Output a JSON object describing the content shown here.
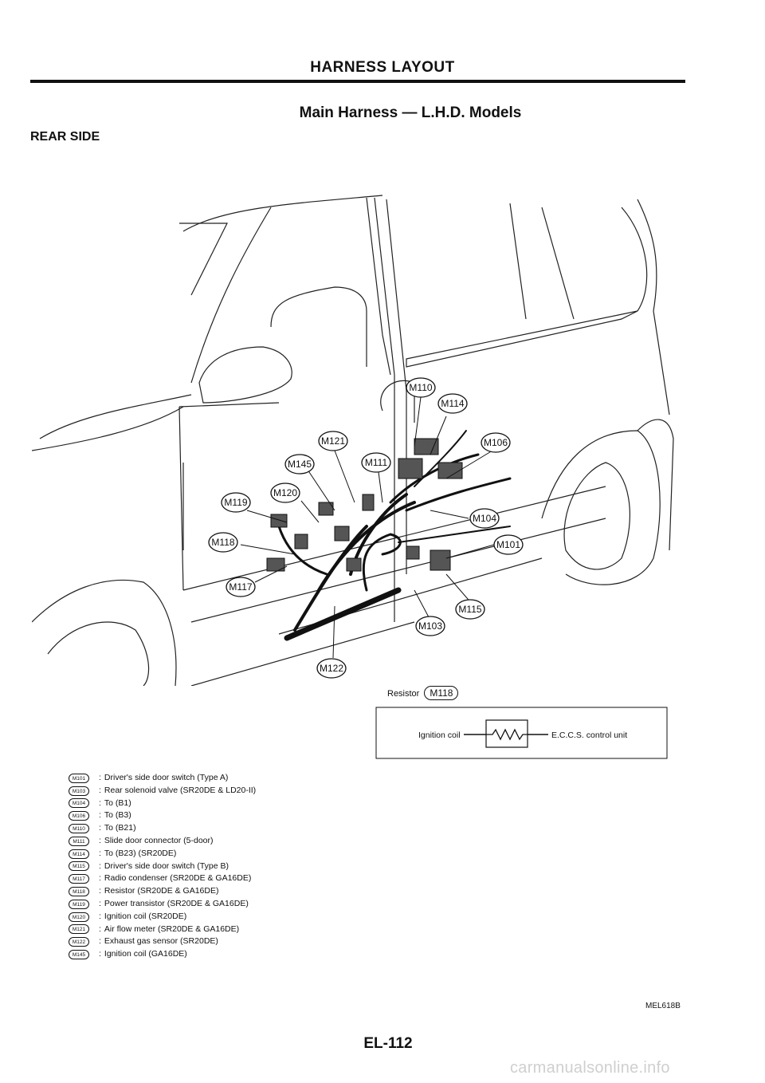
{
  "header": {
    "section_title": "HARNESS LAYOUT",
    "subtitle": "Main Harness — L.H.D. Models",
    "side": "REAR SIDE"
  },
  "diagram": {
    "connectors": [
      "M110",
      "M114",
      "M121",
      "M106",
      "M145",
      "M111",
      "M119",
      "M120",
      "M104",
      "M118",
      "M101",
      "M117",
      "M115",
      "M103",
      "M122"
    ],
    "resistor": {
      "label": "Resistor",
      "connector": "M118",
      "left_text": "Ignition coil",
      "right_text": "E.C.C.S. control unit"
    }
  },
  "legend": [
    {
      "code": "M101",
      "text": "Driver's side door switch (Type A)"
    },
    {
      "code": "M103",
      "text": "Rear solenoid valve (SR20DE & LD20-II)"
    },
    {
      "code": "M104",
      "text": "To (B1)"
    },
    {
      "code": "M106",
      "text": "To (B3)"
    },
    {
      "code": "M110",
      "text": "To (B21)"
    },
    {
      "code": "M111",
      "text": "Slide door connector (5-door)"
    },
    {
      "code": "M114",
      "text": "To (B23) (SR20DE)"
    },
    {
      "code": "M115",
      "text": "Driver's side door switch (Type B)"
    },
    {
      "code": "M117",
      "text": "Radio condenser (SR20DE & GA16DE)"
    },
    {
      "code": "M118",
      "text": "Resistor (SR20DE & GA16DE)"
    },
    {
      "code": "M119",
      "text": "Power transistor (SR20DE & GA16DE)"
    },
    {
      "code": "M120",
      "text": "Ignition coil (SR20DE)"
    },
    {
      "code": "M121",
      "text": "Air flow meter (SR20DE & GA16DE)"
    },
    {
      "code": "M122",
      "text": "Exhaust gas sensor (SR20DE)"
    },
    {
      "code": "M145",
      "text": "Ignition coil (GA16DE)"
    }
  ],
  "footer": {
    "figure_code": "MEL618B",
    "page_number": "EL-112",
    "watermark": "carmanualsonline.info"
  }
}
